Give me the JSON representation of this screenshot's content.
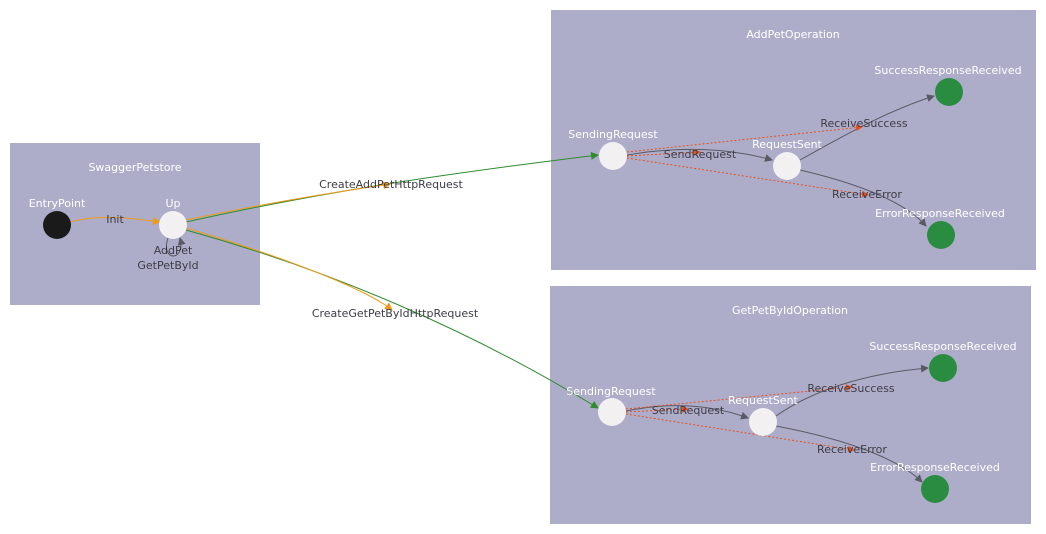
{
  "groups": {
    "swagger": {
      "title": "SwaggerPetstore"
    },
    "addpet": {
      "title": "AddPetOperation"
    },
    "getpet": {
      "title": "GetPetByIdOperation"
    }
  },
  "states": {
    "entry_point": "EntryPoint",
    "up": "Up",
    "add_sending": "SendingRequest",
    "add_sent": "RequestSent",
    "add_success": "SuccessResponseReceived",
    "add_error": "ErrorResponseReceived",
    "get_sending": "SendingRequest",
    "get_sent": "RequestSent",
    "get_success": "SuccessResponseReceived",
    "get_error": "ErrorResponseReceived"
  },
  "transitions": {
    "init": "Init",
    "self_loop": [
      "AddPet",
      "GetPetById"
    ],
    "create_add": "CreateAddPetHttpRequest",
    "create_get": "CreateGetPetByIdHttpRequest",
    "add_send": "SendRequest",
    "add_receive_success": "ReceiveSuccess",
    "add_receive_error": "ReceiveError",
    "get_send": "SendRequest",
    "get_receive_success": "ReceiveSuccess",
    "get_receive_error": "ReceiveError"
  },
  "colors": {
    "group_background": "#adadca",
    "state_initial": "#1a1a1a",
    "state_normal": "#f2f0f0",
    "state_final": "#2a8c41",
    "edge_default": "#5a5a66",
    "edge_green": "#2e8b2e",
    "edge_orange": "#ef9a1a",
    "edge_dashed": "#e8501f"
  }
}
